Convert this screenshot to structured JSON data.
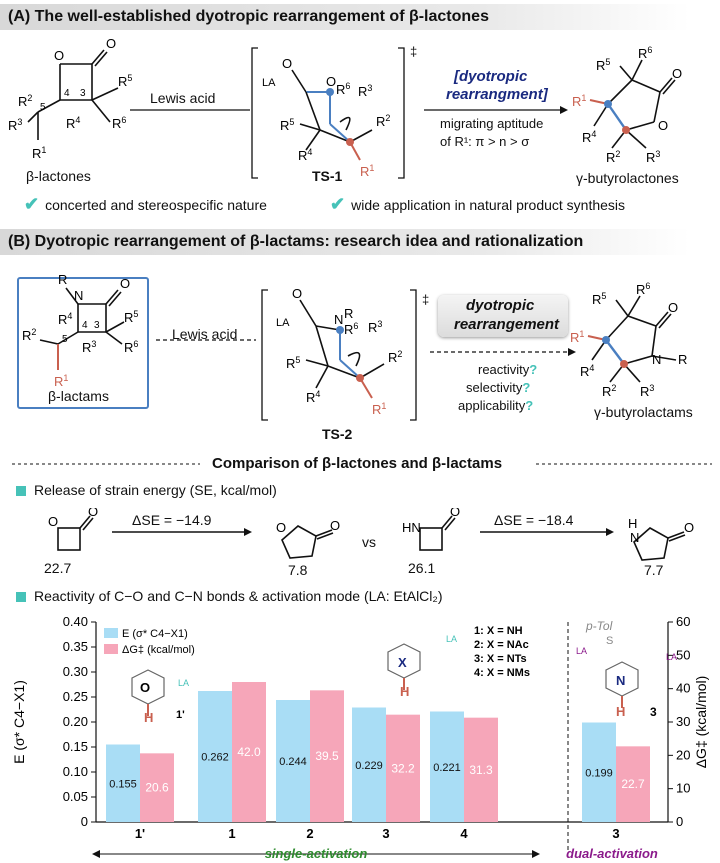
{
  "section_a": {
    "title": "(A) The well-established dyotropic rearrangement of β-lactones",
    "lewis_acid": "Lewis acid",
    "ts_label": "TS-1",
    "dagger": "‡",
    "arrow_title_1": "[dyotropic",
    "arrow_title_2": "rearrangment]",
    "aptitude_1": "migrating aptitude",
    "aptitude_2": "of R¹: π > n > σ",
    "reactant_label": "β-lactones",
    "product_label": "γ-butyrolactones",
    "feature_1": "concerted and stereospecific nature",
    "feature_2": "wide application in natural product synthesis"
  },
  "section_b": {
    "title": "(B) Dyotropic rearrangement of β-lactams: research idea and rationalization",
    "lewis_acid": "Lewis acid",
    "ts_label": "TS-2",
    "dagger": "‡",
    "arrow_title_1": "dyotropic",
    "arrow_title_2": "rearrangement",
    "questions": [
      "reactivity",
      "selectivity",
      "applicability"
    ],
    "qmark": "?",
    "reactant_label": "β-lactams",
    "product_label": "γ-butyrolactams"
  },
  "comparison": {
    "title": "Comparison of β-lactones and β-lactams",
    "strain_header": "Release of strain energy (SE, kcal/mol)",
    "lactone_se": "22.7",
    "lactone_delta": "ΔSE = −14.9",
    "butyrolactone_se": "7.8",
    "vs": "vs",
    "lactam_se": "26.1",
    "lactam_delta": "ΔSE = −18.4",
    "butyrolactam_se": "7.7",
    "reactivity_header": "Reactivity of C−O and C−N bonds & activation mode (LA: EtAlCl₂)"
  },
  "colors": {
    "blue_bar": "#a9ddf5",
    "pink_bar": "#f6a6b9",
    "teal": "#46c2b8",
    "purple": "#8b1a8b",
    "green": "#2e8b2e",
    "navy": "#1a2a80",
    "salmon": "#c9604f"
  },
  "chart_data": {
    "type": "bar",
    "categories": [
      "1'",
      "1",
      "2",
      "3",
      "4",
      "3"
    ],
    "series": [
      {
        "name": "E (σ* C4−X1)",
        "axis": "left",
        "values": [
          0.155,
          0.262,
          0.244,
          0.229,
          0.221,
          0.199
        ]
      },
      {
        "name": "ΔG‡ (kcal/mol)",
        "axis": "right",
        "values": [
          20.6,
          42.0,
          39.5,
          32.2,
          31.3,
          22.7
        ]
      }
    ],
    "value_labels_blue": [
      "0.155",
      "0.262",
      "0.244",
      "0.229",
      "0.221",
      "0.199"
    ],
    "value_labels_pink": [
      "20.6",
      "42.0",
      "39.5",
      "32.2",
      "31.3",
      "22.7"
    ],
    "ylabel_left": "E (σ* C4−X1)",
    "ylabel_right": "ΔG‡ (kcal/mol)",
    "ylim_left": [
      0,
      0.4
    ],
    "ylim_right": [
      0,
      60
    ],
    "yticks_left": [
      "0",
      "0.05",
      "0.10",
      "0.15",
      "0.20",
      "0.25",
      "0.30",
      "0.35",
      "0.40"
    ],
    "yticks_right": [
      "0",
      "10",
      "20",
      "30",
      "40",
      "50",
      "60"
    ],
    "legend": [
      "E (σ* C4−X1)",
      "ΔG‡ (kcal/mol)"
    ],
    "legend_position": "top-left",
    "key": [
      "1: X = NH",
      "2: X = NAc",
      "3: X = NTs",
      "4: X = NMs"
    ],
    "group_single": "single-activation",
    "group_dual": "dual-activation",
    "inset_labels": {
      "lactone": "1'",
      "x_label": "X",
      "dual": "3",
      "ptol": "p-Tol",
      "la": "LA",
      "s": "S",
      "o": "O",
      "h": "H",
      "n": "N"
    },
    "grid": false
  }
}
